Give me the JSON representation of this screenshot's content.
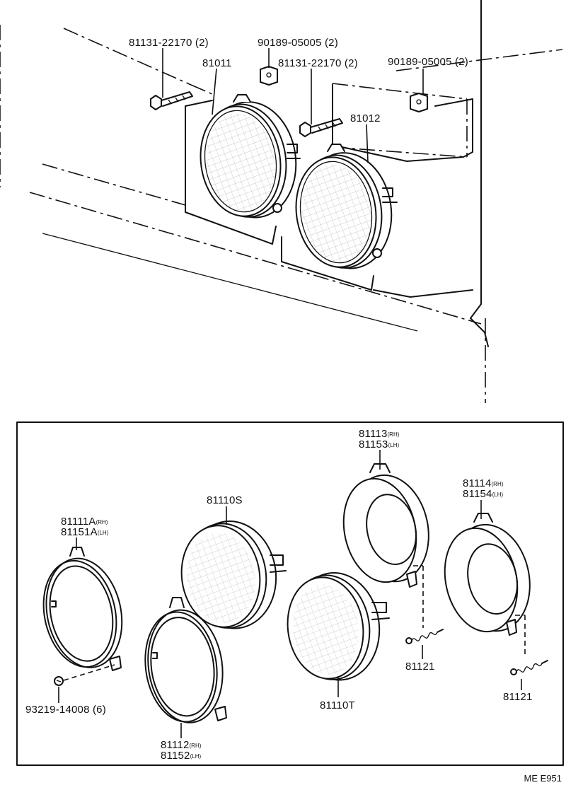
{
  "top_labels": {
    "screw_left": "81131-22170 (2)",
    "clip_left": "90189-05005 (2)",
    "headlamp_left": "81011",
    "screw_right": "81131-22170 (2)",
    "clip_right": "90189-05005 (2)",
    "headlamp_right": "81012"
  },
  "bottom_labels": {
    "ring_81111": {
      "main": "81111A",
      "sub": "(RH)"
    },
    "ring_81151": {
      "main": "81151A",
      "sub": "(LH)"
    },
    "unit_81110S": "81110S",
    "body_81113": {
      "main": "81113",
      "sub": "(RH)"
    },
    "body_81153": {
      "main": "81153",
      "sub": "(LH)"
    },
    "body_81114": {
      "main": "81114",
      "sub": "(RH)"
    },
    "body_81154": {
      "main": "81154",
      "sub": "(LH)"
    },
    "spring_a": "81121",
    "spring_b": "81121",
    "screw_93219": "93219-14008 (6)",
    "unit_81110T": "81110T",
    "ring_81112": {
      "main": "81112",
      "sub": "(RH)"
    },
    "ring_81152": {
      "main": "81152",
      "sub": "(LH)"
    }
  },
  "diagram_code": "ME E951"
}
